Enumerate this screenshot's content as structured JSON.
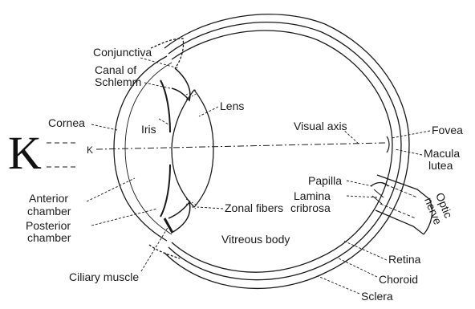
{
  "labels": {
    "conjunctiva": "Conjunctiva",
    "canal_of_schlemm_1": "Canal of",
    "canal_of_schlemm_2": "Schlemm",
    "cornea": "Cornea",
    "iris": "Iris",
    "lens": "Lens",
    "visual_axis": "Visual axis",
    "fovea": "Fovea",
    "macula_lutea_1": "Macula",
    "macula_lutea_2": "lutea",
    "papilla": "Papilla",
    "lamina_cribrosa_1": "Lamina",
    "lamina_cribrosa_2": "cribrosa",
    "optic_nerve_1": "Optic",
    "optic_nerve_2": "nerve",
    "anterior_chamber_1": "Anterior",
    "anterior_chamber_2": "chamber",
    "posterior_chamber_1": "Posterior",
    "posterior_chamber_2": "chamber",
    "zonal_fibers": "Zonal fibers",
    "vitreous_body": "Vitreous body",
    "ciliary_muscle": "Ciliary muscle",
    "retina": "Retina",
    "choroid": "Choroid",
    "sclera": "Sclera",
    "k_point": "K",
    "k_small": "K"
  },
  "colors": {
    "ink": "#1a1a1a",
    "background": "#ffffff"
  }
}
